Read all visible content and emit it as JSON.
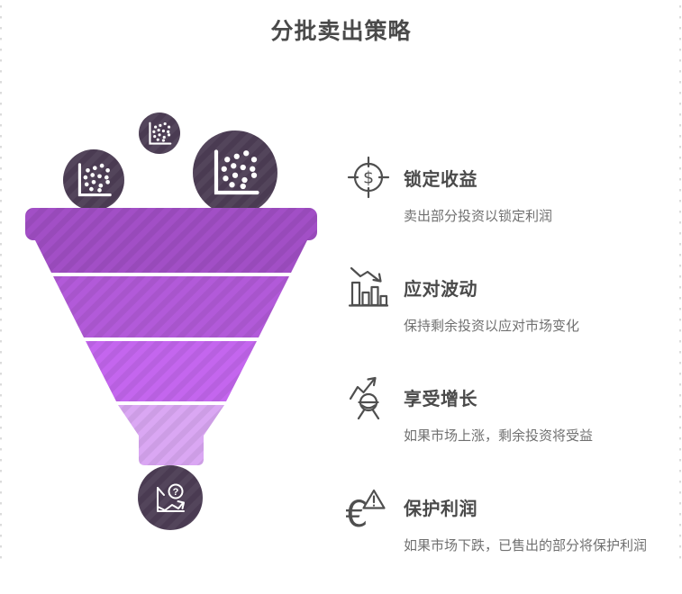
{
  "page": {
    "title": "分批卖出策略",
    "background_color": "#ffffff",
    "edge_dash_color": "#dcdcdc"
  },
  "funnel": {
    "segment_colors": [
      "#a24fc6",
      "#b25ad9",
      "#c466ee",
      "#daa7f3"
    ],
    "dark_circle_color": "#4a3b52",
    "icon_color": "#ffffff",
    "top_circle_icons": [
      "scatter-plot-icon",
      "scatter-plot-icon",
      "scatter-plot-icon"
    ],
    "bottom_circle_icon": "line-chart-question-icon"
  },
  "benefits": [
    {
      "icon": "target-dollar-icon",
      "title": "锁定收益",
      "description": "卖出部分投资以锁定利润"
    },
    {
      "icon": "bar-chart-decline-icon",
      "title": "应对波动",
      "description": "保持剩余投资以应对市场变化"
    },
    {
      "icon": "person-growth-icon",
      "title": "享受增长",
      "description": "如果市场上涨，剩余投资将受益"
    },
    {
      "icon": "euro-warning-icon",
      "title": "保护利润",
      "description": "如果市场下跌，已售出的部分将保护利润"
    }
  ],
  "text_colors": {
    "title": "#4a4a4a",
    "item_title": "#4a4a4a",
    "item_description": "#707070",
    "icon_stroke": "#4f4f4f"
  }
}
